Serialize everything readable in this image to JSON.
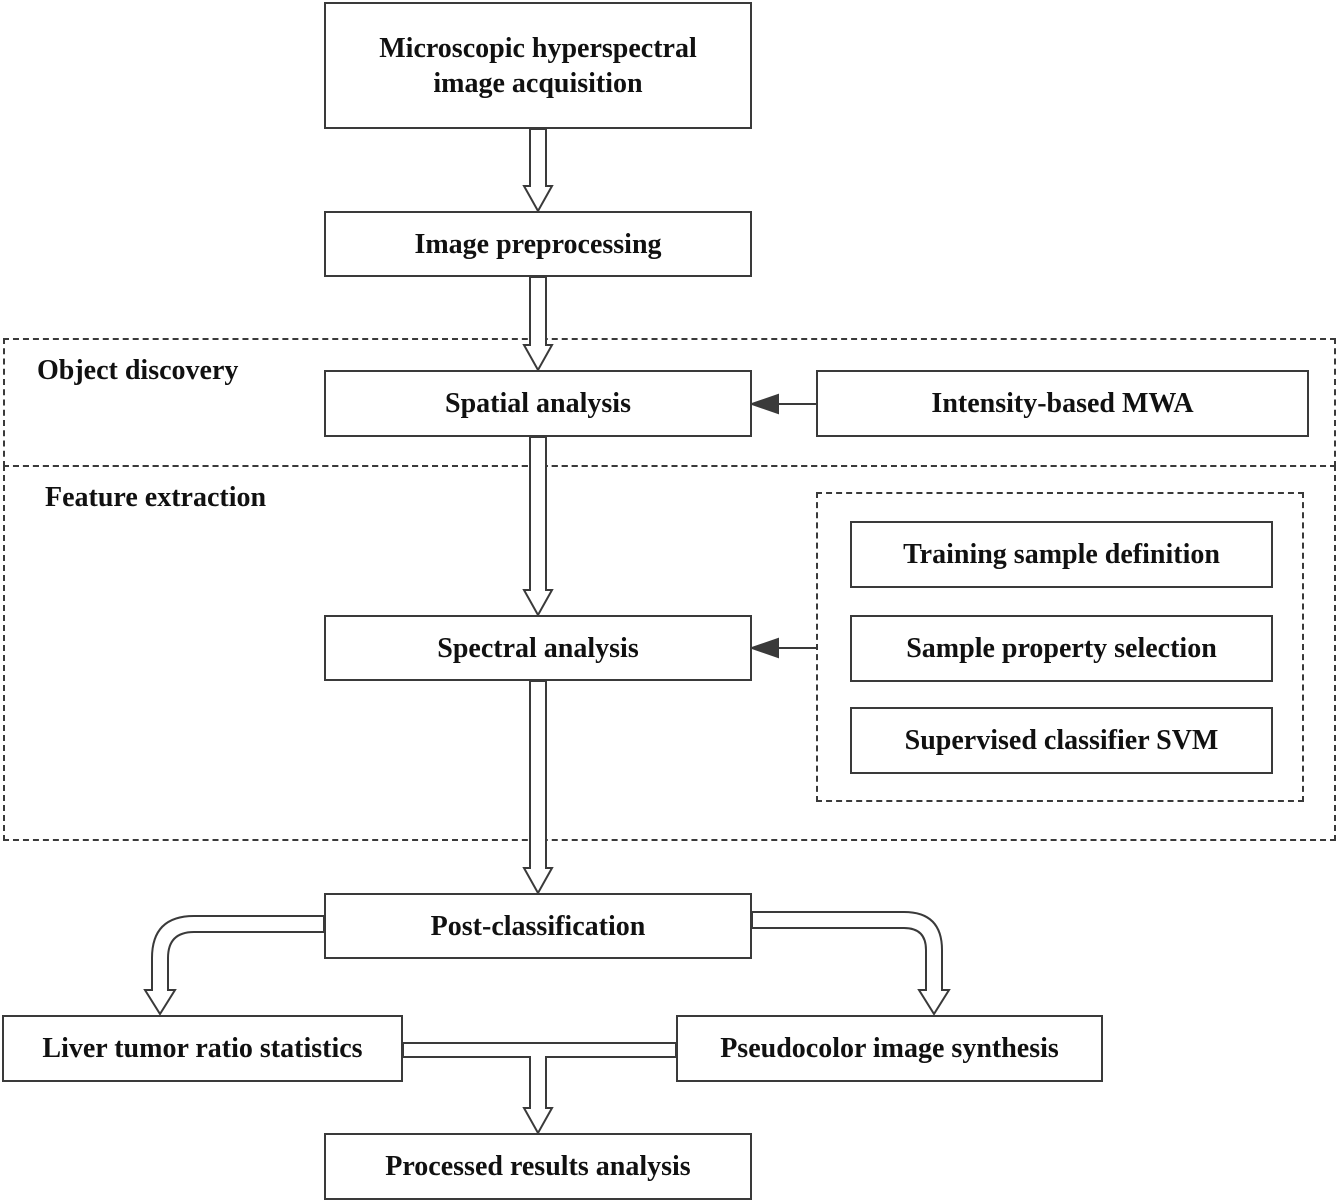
{
  "nodes": {
    "acquisition": "Microscopic hyperspectral image acquisition",
    "preprocessing": "Image preprocessing",
    "spatial": "Spatial analysis",
    "mwa": "Intensity-based MWA",
    "spectral": "Spectral analysis",
    "training": "Training sample definition",
    "property": "Sample property selection",
    "svm": "Supervised classifier SVM",
    "postclass": "Post-classification",
    "liver": "Liver tumor ratio statistics",
    "pseudocolor": "Pseudocolor image synthesis",
    "results": "Processed results analysis"
  },
  "regions": {
    "object_discovery": "Object discovery",
    "feature_extraction": "Feature extraction"
  },
  "colors": {
    "stroke": "#3a3a3a",
    "text": "#111111",
    "background": "#ffffff"
  }
}
